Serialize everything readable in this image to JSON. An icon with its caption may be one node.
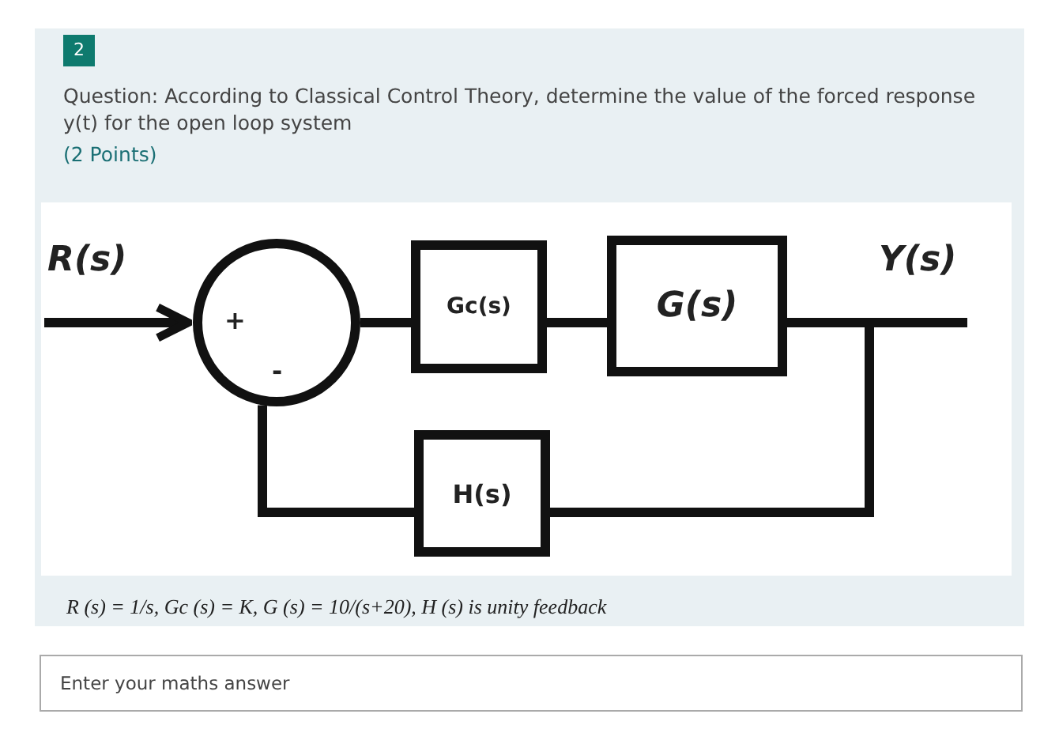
{
  "diagram": {
    "nodes": [
      {
        "text": [
          "+",
          "-"
        ]
      },
      {
        "text": [
          "Gc(s)"
        ]
      },
      {
        "text": [
          "G(s)"
        ]
      },
      {
        "text": [
          "H(s)"
        ]
      }
    ],
    "edges": [
      {
        "from": null,
        "to": 0,
        "arrow": "to",
        "label": "R(s)"
      },
      {
        "from": 0,
        "to": 1,
        "arrow": "none"
      },
      {
        "from": 1,
        "to": 2,
        "arrow": "none"
      },
      {
        "from": 2,
        "to": null,
        "arrow": "none",
        "label": "Y(s)"
      },
      {
        "from": 2,
        "to": 3,
        "arrow": "none"
      },
      {
        "from": 3,
        "to": 0,
        "arrow": "none"
      }
    ],
    "labels": [
      "2",
      "Question: According to Classical Control Theory, determine the value of the forced response y(t) for the open loop system",
      "(2 Points)",
      "R (s) = 1/s, Gc (s) = K, G (s) = 10/(s+20), H (s) is unity feedback",
      "Enter your maths answer"
    ]
  }
}
